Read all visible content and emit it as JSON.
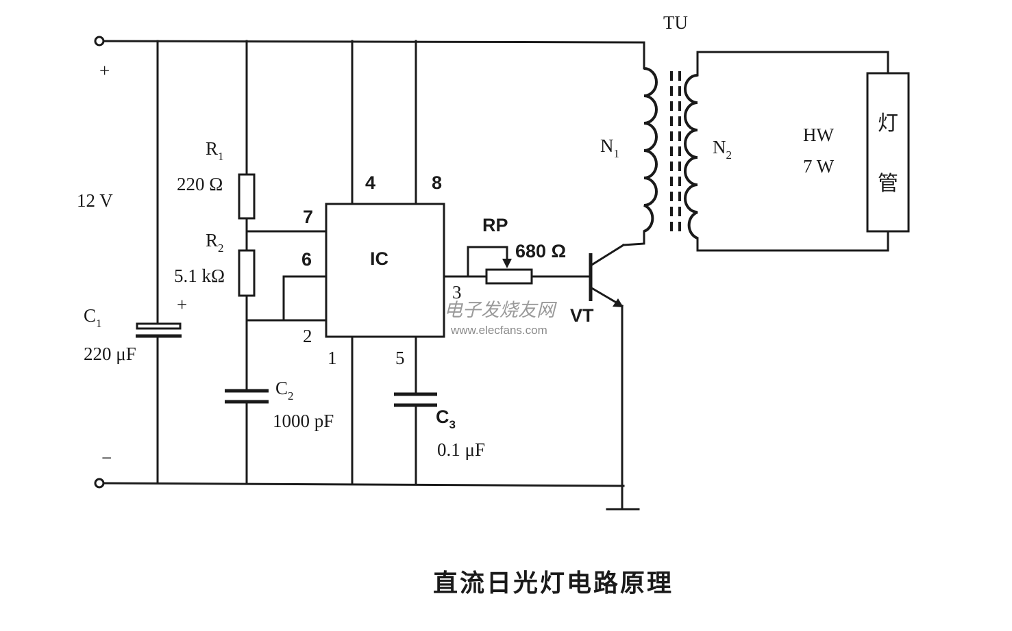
{
  "labels": {
    "plus_terminal": "+",
    "minus_terminal": "−",
    "supply": "12 V",
    "c1_plus": "+",
    "c1_name": "C",
    "c1_sub": "1",
    "c1_value": "220 μF",
    "r1_name": "R",
    "r1_sub": "1",
    "r1_value": "220 Ω",
    "r2_name": "R",
    "r2_sub": "2",
    "r2_value": "5.1 kΩ",
    "c2_name": "C",
    "c2_sub": "2",
    "c2_value": "1000 pF",
    "c3_name": "C",
    "c3_sub": "3",
    "c3_value": "0.1 μF",
    "ic": "IC",
    "pin1": "1",
    "pin2": "2",
    "pin3": "3",
    "pin4": "4",
    "pin5": "5",
    "pin6": "6",
    "pin7": "7",
    "pin8": "8",
    "rp_name": "RP",
    "rp_value": "680 Ω",
    "vt": "VT",
    "tu": "TU",
    "n1_name": "N",
    "n1_sub": "1",
    "n2_name": "N",
    "n2_sub": "2",
    "hw_name": "HW",
    "hw_value": "7 W",
    "lamp_char1": "灯",
    "lamp_char2": "管"
  },
  "watermark": {
    "cn": "电子发烧友网",
    "url": "www.elecfans.com"
  },
  "caption": "直流日光灯电路原理"
}
